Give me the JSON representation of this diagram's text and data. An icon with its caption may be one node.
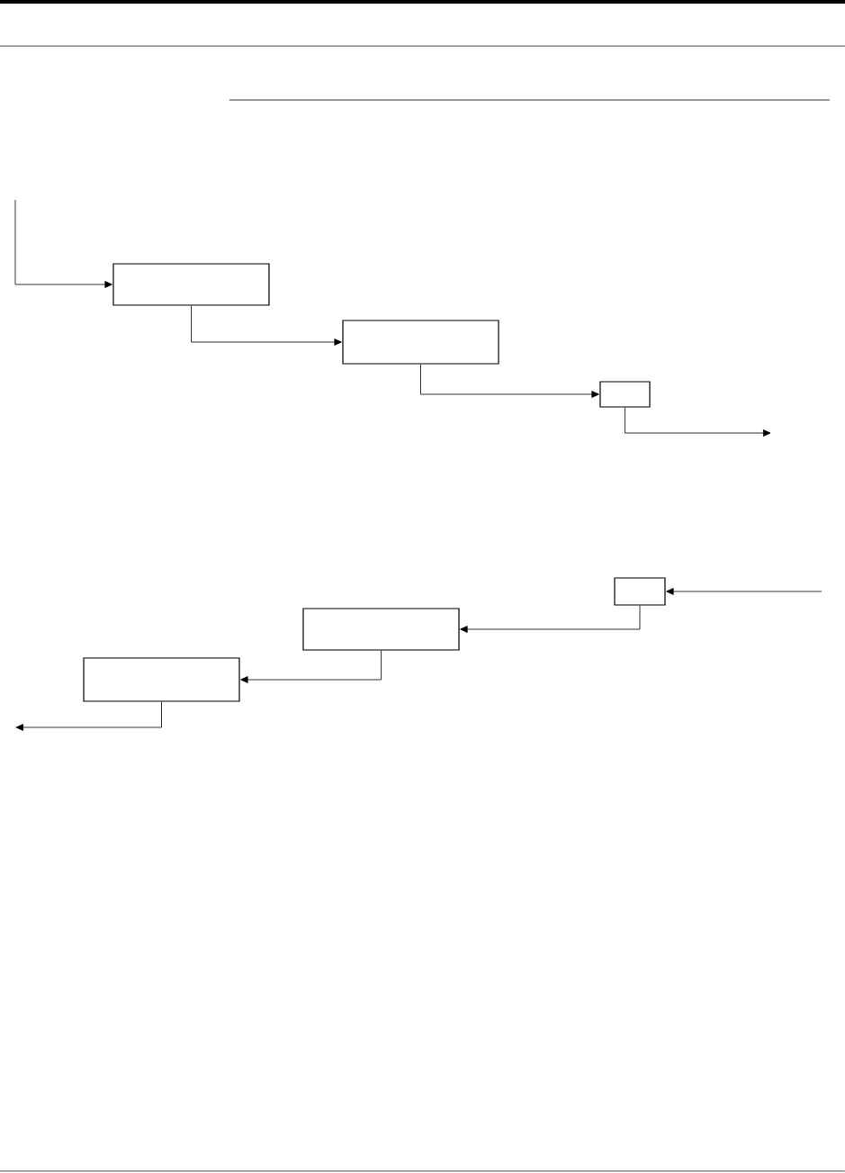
{
  "diagram": {
    "nodes": [
      {
        "text": [],
        "shape": "box"
      },
      {
        "text": [],
        "shape": "box"
      },
      {
        "text": [],
        "shape": "box"
      },
      {
        "text": [],
        "shape": "box"
      },
      {
        "text": [],
        "shape": "box"
      },
      {
        "text": [],
        "shape": "box"
      }
    ],
    "edges": [
      {
        "from": null,
        "to": 0,
        "arrow": "to"
      },
      {
        "from": 0,
        "to": 1,
        "arrow": "to"
      },
      {
        "from": 1,
        "to": 2,
        "arrow": "to"
      },
      {
        "from": 2,
        "to": null,
        "arrow": "to"
      },
      {
        "from": null,
        "to": 3,
        "arrow": "to"
      },
      {
        "from": 3,
        "to": 4,
        "arrow": "to"
      },
      {
        "from": 4,
        "to": 5,
        "arrow": "to"
      },
      {
        "from": 5,
        "to": null,
        "arrow": "to"
      }
    ]
  }
}
